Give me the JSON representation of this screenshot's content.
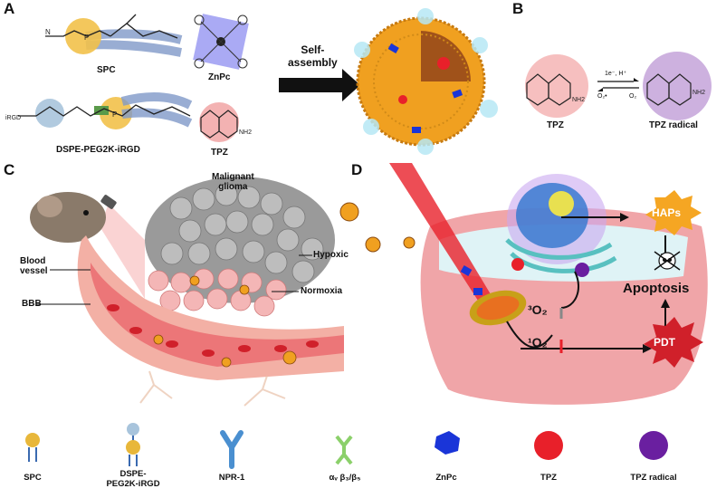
{
  "panels": {
    "a": "A",
    "b": "B",
    "c": "C",
    "d": "D"
  },
  "panel_a": {
    "spc_label": "SPC",
    "dspe_label": "DSPE-PEG2K-iRGD",
    "znpc_label": "ZnPc",
    "tpz_label": "TPZ",
    "self_assembly_label": "Self-\nassembly"
  },
  "panel_b": {
    "tpz_label": "TPZ",
    "tpz_radical_label": "TPZ radical",
    "forward_label": "1e⁻, H⁺",
    "reverse_label_left": "O₂•",
    "reverse_label_right": "O₂"
  },
  "panel_c": {
    "malignant_glioma_label": "Malignant\nglioma",
    "blood_vessel_label": "Blood\nvessel",
    "bbb_label": "BBB",
    "hypoxic_label": "Hypoxic",
    "normoxia_label": "Normoxia"
  },
  "panel_d": {
    "haps_label": "HAPs",
    "apoptosis_label": "Apoptosis",
    "pdt_label": "PDT",
    "triplet_oxygen_label": "³O₂",
    "singlet_oxygen_label": "¹O₂"
  },
  "legend": [
    {
      "label": "SPC"
    },
    {
      "label": "DSPE-\nPEG2K-iRGD"
    },
    {
      "label": "NPR-1"
    },
    {
      "label": "αᵥ β₃/β₅"
    },
    {
      "label": "ZnPc"
    },
    {
      "label": "TPZ"
    },
    {
      "label": "TPZ radical"
    }
  ],
  "colors": {
    "spc_head": "#e8b73a",
    "znpc": "#1a35d8",
    "tpz": "#e8202a",
    "tpz_radical": "#6a1fa0",
    "npr1": "#4a8fd0",
    "integrin": "#8bd06a",
    "pdt_burst": "#d0202a",
    "haps_burst": "#f5a623",
    "nanoparticle": "#f0a020",
    "vessel": "#f0b0a8",
    "cell": "#f3a6a8"
  }
}
